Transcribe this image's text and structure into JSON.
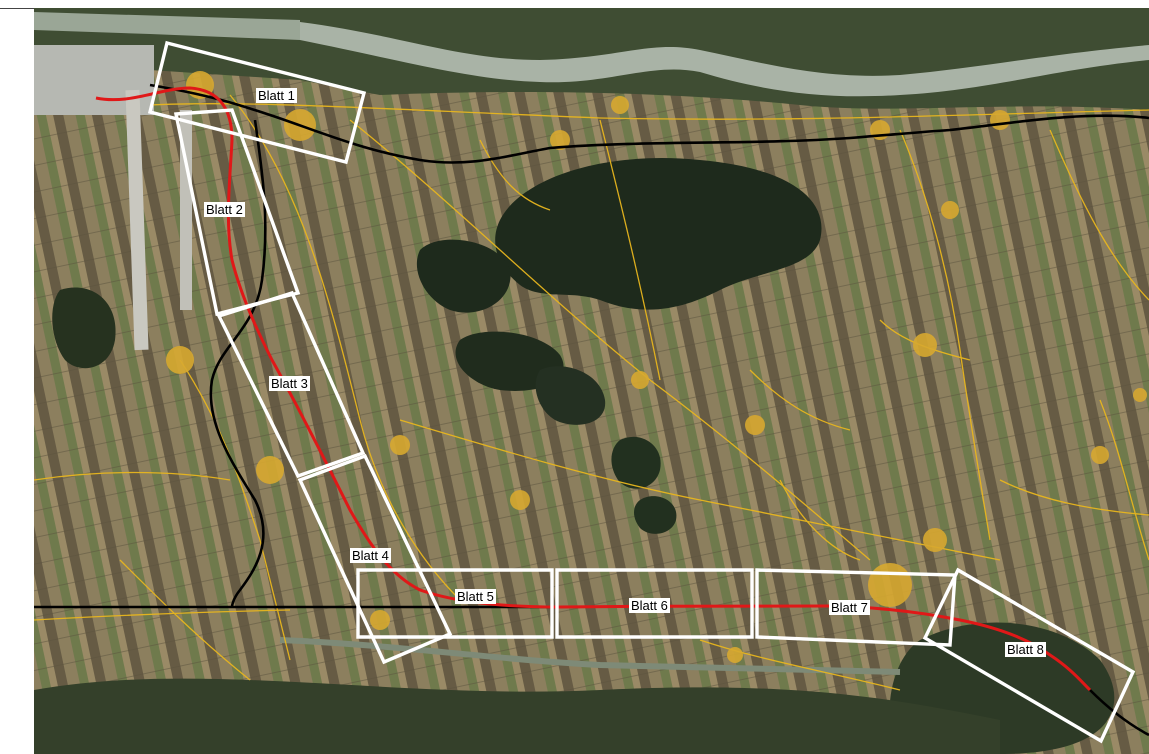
{
  "map": {
    "layers": {
      "aerial_photo": "satellite-image",
      "roads": {
        "color": "#e8b61e"
      },
      "route_planned": {
        "color": "#e01818"
      },
      "railway_existing": {
        "color": "#000000"
      },
      "sheet_frames": {
        "color": "#ffffff"
      }
    },
    "sheets": [
      {
        "id": "1",
        "label": "Blatt 1"
      },
      {
        "id": "2",
        "label": "Blatt 2"
      },
      {
        "id": "3",
        "label": "Blatt 3"
      },
      {
        "id": "4",
        "label": "Blatt 4"
      },
      {
        "id": "5",
        "label": "Blatt 5"
      },
      {
        "id": "6",
        "label": "Blatt 6"
      },
      {
        "id": "7",
        "label": "Blatt 7"
      },
      {
        "id": "8",
        "label": "Blatt 8"
      }
    ]
  }
}
